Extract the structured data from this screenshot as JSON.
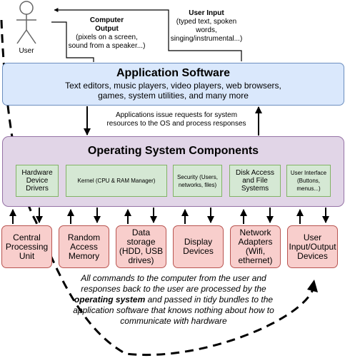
{
  "user": {
    "label": "User"
  },
  "computer_output": {
    "title": "Computer Output",
    "desc": "(pixels on a screen, sound from a speaker...)"
  },
  "user_input": {
    "title": "User Input",
    "desc": "(typed text, spoken words, singing/instrumental...)"
  },
  "app_software": {
    "title": "Application Software",
    "desc": "Text editors, music players, video players, web browsers, games, system utilities, and many more"
  },
  "requests_note": "Applications issue requests for system resources to the OS and process responses",
  "os": {
    "title": "Operating System Components",
    "components": [
      "Hardware Device Drivers",
      "Kernel (CPU & RAM Manager)",
      "Security (Users, networks, files)",
      "Disk Access and File Systems",
      "User Interface (Buttons, menus...)"
    ]
  },
  "hardware": [
    "Central Processing Unit",
    "Random Access Memory",
    "Data storage (HDD, USB drives)",
    "Display Devices",
    "Network Adapters (Wifi, ethernet)",
    "User Input/Output Devices"
  ],
  "caption": {
    "part1": "All commands to the computer from the user and responses back to the user are processed by the ",
    "bold": "operating system",
    "part2": " and passed in tidy bundles to the application software that knows nothing about how to communicate with hardware"
  },
  "colors": {
    "app_fill": "#dae8fc",
    "app_stroke": "#6c8ebf",
    "os_fill": "#e1d5e7",
    "os_stroke": "#9673a6",
    "component_fill": "#d5e8d4",
    "component_stroke": "#82b366",
    "hardware_fill": "#f8cecc",
    "hardware_stroke": "#b85450"
  }
}
